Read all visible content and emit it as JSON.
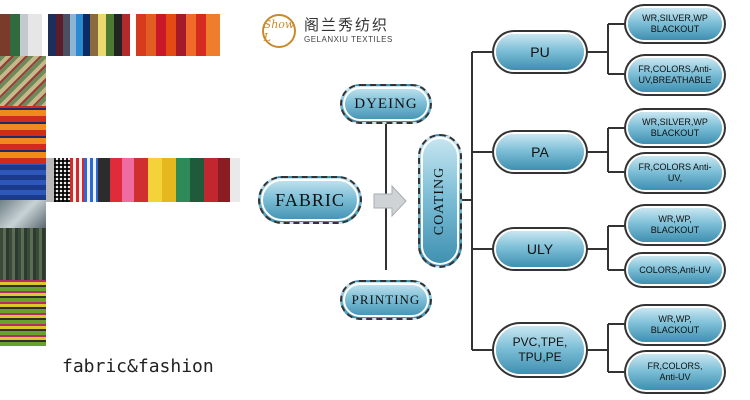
{
  "logo": {
    "mark": "Show L",
    "chinese": "阁兰秀纺织",
    "english": "GELANXIU TEXTILES"
  },
  "caption": "fabric&fashion",
  "diagram": {
    "fabric": "FABRIC",
    "dyeing": "DYEING",
    "printing": "PRINTING",
    "coating": "COATING",
    "groups": [
      {
        "label": "PU",
        "options": [
          "WR,SILVER,WP BLACKOUT",
          "FR,COLORS,Anti-UV,BREATHABLE"
        ]
      },
      {
        "label": "PA",
        "options": [
          "WR,SILVER,WP BLACKOUT",
          "FR,COLORS Anti-UV,"
        ]
      },
      {
        "label": "ULY",
        "options": [
          "WR,WP, BLACKOUT",
          "COLORS,Anti-UV"
        ]
      },
      {
        "label": "PVC,TPE, TPU,PE",
        "options": [
          "WR,WP, BLACKOUT",
          "FR,COLORS, Anti-UV"
        ]
      }
    ]
  },
  "colors": {
    "pill_light": "#c9e6f1",
    "pill_dark": "#3e8fb0",
    "logo": "#c98a2c"
  }
}
